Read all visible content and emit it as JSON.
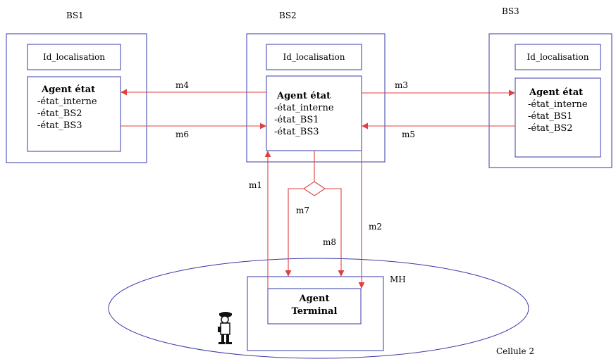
{
  "stations": {
    "bs1": {
      "label": "BS1",
      "id_box": "Id_localisation",
      "agent_title": "Agent état",
      "attributes": [
        "-état_interne",
        "-état_BS2",
        "-état_BS3"
      ]
    },
    "bs2": {
      "label": "BS2",
      "id_box": "Id_localisation",
      "agent_title": "Agent état",
      "attributes": [
        "-état_interne",
        "-état_BS1",
        "-état_BS3"
      ]
    },
    "bs3": {
      "label": "BS3",
      "id_box": "Id_localisation",
      "agent_title": "Agent état",
      "attributes": [
        "-état_interne",
        "-état_BS1",
        "-état_BS2"
      ]
    }
  },
  "mobile": {
    "label": "MH",
    "agent_line1": "Agent",
    "agent_line2": "Terminal",
    "cell_label": "Cellule 2"
  },
  "messages": {
    "m1": "m1",
    "m2": "m2",
    "m3": "m3",
    "m4": "m4",
    "m5": "m5",
    "m6": "m6",
    "m7": "m7",
    "m8": "m8"
  },
  "colors": {
    "box_border": "#3a3aa8",
    "arrow": "#e04040"
  }
}
